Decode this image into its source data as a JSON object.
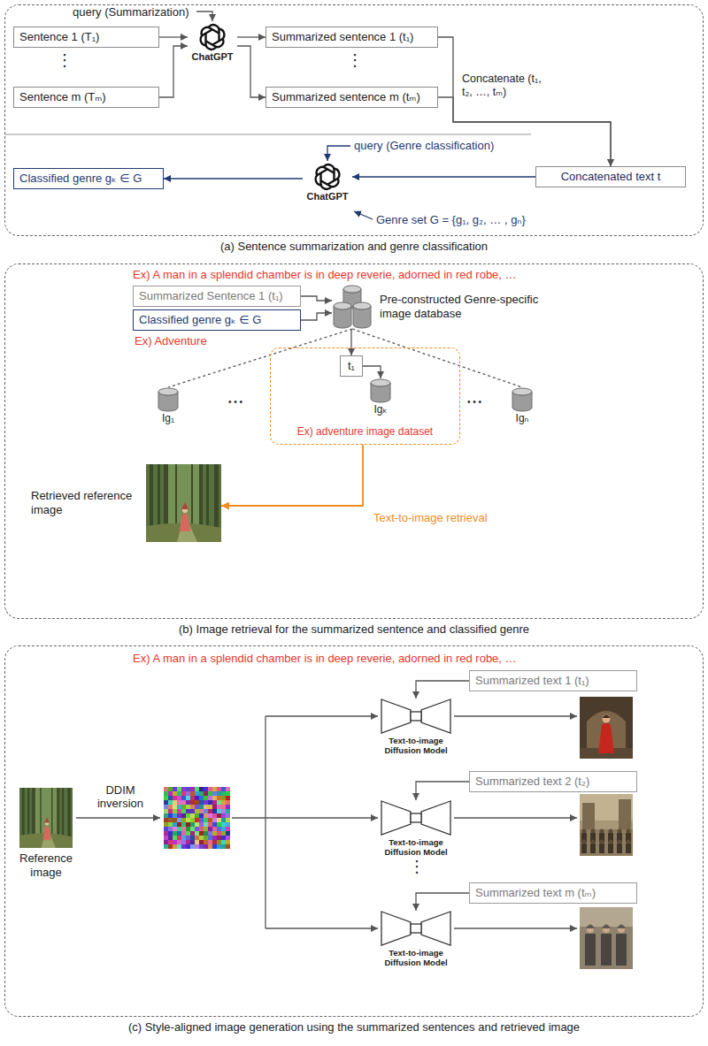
{
  "diagram": {
    "nodes": [
      {
        "text": [
          "(a) Sentence summarization and genre classification"
        ]
      },
      {
        "text": [
          "Sentence 1 (T₁)"
        ],
        "in": 0
      },
      {
        "text": [
          "Sentence m (Tₘ)"
        ],
        "in": 0
      },
      {
        "text": [
          "ChatGPT"
        ],
        "in": 0
      },
      {
        "text": [
          "Summarized sentence 1 (t₁)"
        ],
        "in": 0
      },
      {
        "text": [
          "Summarized sentence m (tₘ)"
        ],
        "in": 0
      },
      {
        "text": [
          "Concatenated text t"
        ],
        "in": 0
      },
      {
        "text": [
          "ChatGPT"
        ],
        "in": 0
      },
      {
        "text": [
          "Classified genre gₖ ∈ G"
        ],
        "in": 0
      },
      {
        "text": [
          "(b) Image retrieval for the summarized sentence and classified genre"
        ]
      },
      {
        "text": [
          "Summarized Sentence 1 (t₁)"
        ],
        "in": 9
      },
      {
        "text": [
          "Classified genre gₖ ∈ G"
        ],
        "in": 9
      },
      {
        "text": [
          "Pre-constructed Genre-specific image database"
        ],
        "in": 9
      },
      {
        "text": [
          "Ig₁"
        ],
        "in": 9
      },
      {
        "text": [
          "Ex) adventure image dataset"
        ],
        "in": 9
      },
      {
        "text": [
          "t₁"
        ],
        "in": 14
      },
      {
        "text": [
          "Igₖ"
        ],
        "in": 14
      },
      {
        "text": [
          "Igₙ"
        ],
        "in": 9
      },
      {
        "text": [
          "Retrieved reference image"
        ],
        "in": 9
      },
      {
        "text": [
          "(c) Style-aligned image generation using the summarized sentences and retrieved image"
        ]
      },
      {
        "text": [
          "Reference image"
        ],
        "in": 19
      },
      {
        "text": [
          "Summarized text 1 (t₁)"
        ],
        "in": 19
      },
      {
        "text": [
          "Text-to-image Diffusion Model"
        ],
        "in": 19
      },
      {
        "text": [
          "Summarized text 2 (t₂)"
        ],
        "in": 19
      },
      {
        "text": [
          "Text-to-image Diffusion Model"
        ],
        "in": 19
      },
      {
        "text": [
          "Summarized text m (tₘ)"
        ],
        "in": 19
      },
      {
        "text": [
          "Text-to-image Diffusion Model"
        ],
        "in": 19
      }
    ],
    "edges": [
      {
        "from": 1,
        "to": 3,
        "arrow": "to"
      },
      {
        "from": 2,
        "to": 3,
        "arrow": "to"
      },
      {
        "from": 3,
        "to": 4,
        "arrow": "to"
      },
      {
        "from": 3,
        "to": 5,
        "arrow": "to"
      },
      {
        "from": 4,
        "to": 6,
        "arrow": "to"
      },
      {
        "from": 5,
        "to": 6,
        "arrow": "to"
      },
      {
        "from": 6,
        "to": 7,
        "arrow": "to"
      },
      {
        "from": 7,
        "to": 8,
        "arrow": "to"
      },
      {
        "from": 10,
        "to": 12,
        "arrow": "to"
      },
      {
        "from": 11,
        "to": 12,
        "arrow": "to"
      },
      {
        "from": 12,
        "to": 13,
        "arrow": "none"
      },
      {
        "from": 12,
        "to": 15,
        "arrow": "to"
      },
      {
        "from": 12,
        "to": 17,
        "arrow": "none"
      },
      {
        "from": 15,
        "to": 16,
        "arrow": "to"
      },
      {
        "from": 14,
        "to": 18,
        "label": "Text-to-image retrieval",
        "arrow": "to"
      },
      {
        "from": 21,
        "to": 22,
        "arrow": "to"
      },
      {
        "from": 23,
        "to": 24,
        "arrow": "to"
      },
      {
        "from": 25,
        "to": 26,
        "arrow": "to"
      }
    ],
    "labels": [
      "query (Summarization)",
      "⋮",
      "⋮",
      "Concatenate (t₁, t₂, …, tₘ)",
      "query (Genre classification)",
      "Genre set G = {g₁, g₂, … , gₙ}",
      "Ex) A man in a splendid chamber is in deep reverie, adorned in red robe, …",
      "Ex) Adventure",
      "• • •",
      "• • •",
      "Ex) A man in a splendid chamber is in deep reverie, adorned in red robe, …",
      "DDIM inversion",
      "⋮"
    ]
  }
}
